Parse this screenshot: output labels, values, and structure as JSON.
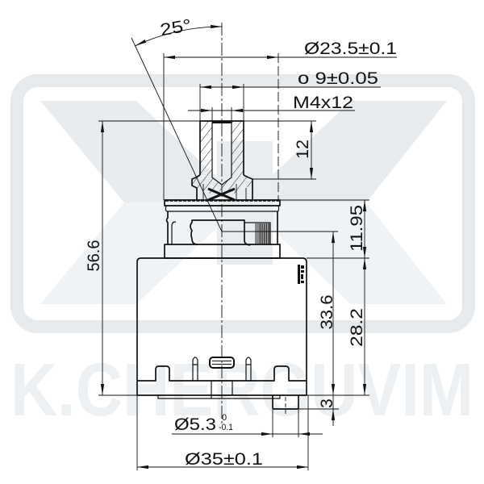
{
  "dimensions": {
    "angle": "25°",
    "top_diameter": "Ø23.5±0.1",
    "stem_diameter": "o 9±0.05",
    "thread": "M4x12",
    "thread_depth": "12",
    "overall_height": "56.6",
    "upper_height": "11.95",
    "height_to_base": "33.6",
    "body_height": "28.2",
    "pin_height": "3",
    "pin_diameter": {
      "value": "Ø5.3",
      "upper_tolerance": "0",
      "lower_tolerance": "-0.1"
    },
    "body_diameter": "Ø35±0.1"
  },
  "watermark": {
    "text": "K.CHERGUVIM"
  },
  "colors": {
    "ink": "#111111",
    "background": "#ffffff",
    "watermark_frame": "#e6eaed",
    "watermark_dark": "#e7ebee",
    "watermark_light": "#f0f3f5",
    "watermark_center": "#e9ecef",
    "watermark_text": "#edf0f2"
  }
}
